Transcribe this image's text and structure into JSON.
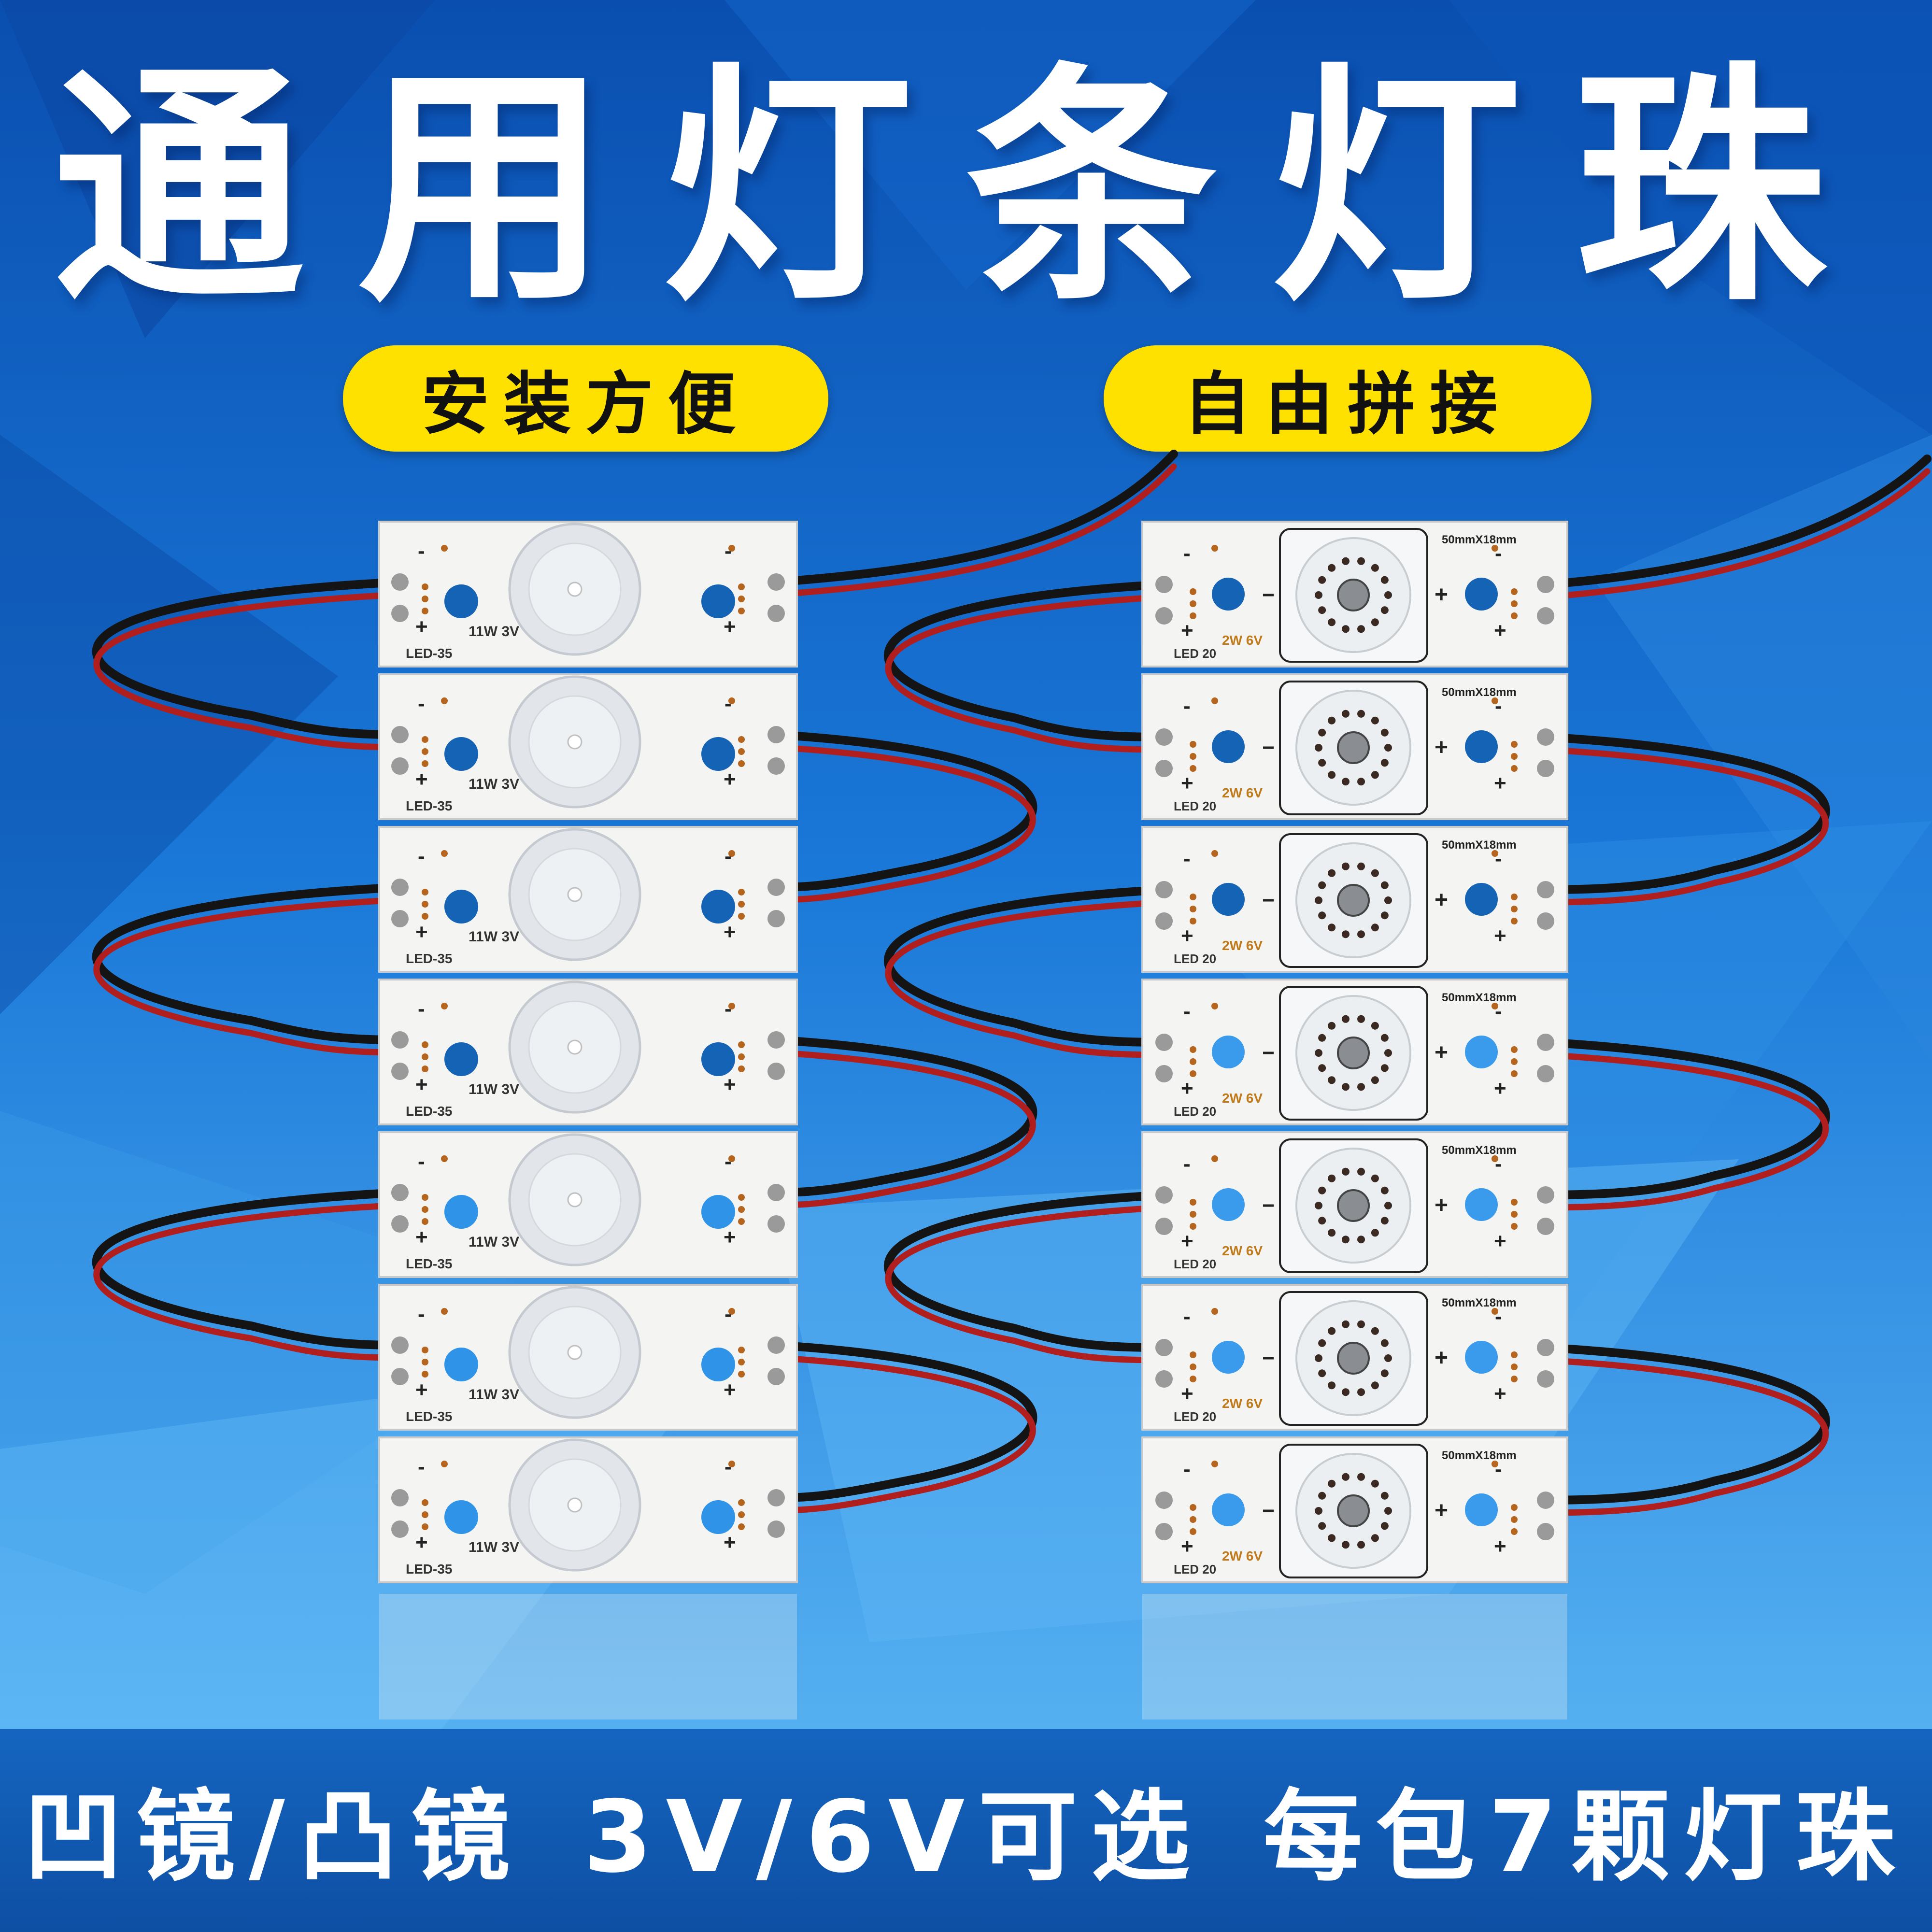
{
  "title": "通用灯条灯珠",
  "badges": {
    "left": "安装方便",
    "right": "自由拼接"
  },
  "bottom": [
    "凹镜/凸镜",
    "3V/6V可选",
    "每包7颗灯珠"
  ],
  "strip_left": {
    "model": "LED-35",
    "rating": "11W 3V",
    "minus": "-",
    "plus": "+"
  },
  "strip_right": {
    "model": "LED 20",
    "rating": "2W 6V",
    "size": "50mmX18mm",
    "minus": "-",
    "plus": "+"
  },
  "strip_count": 7,
  "colors": {
    "background_top": "#0a52b8",
    "background_bottom": "#5db8f5",
    "badge": "#ffe100",
    "wire_red": "#b01e1e",
    "wire_black": "#141414"
  }
}
